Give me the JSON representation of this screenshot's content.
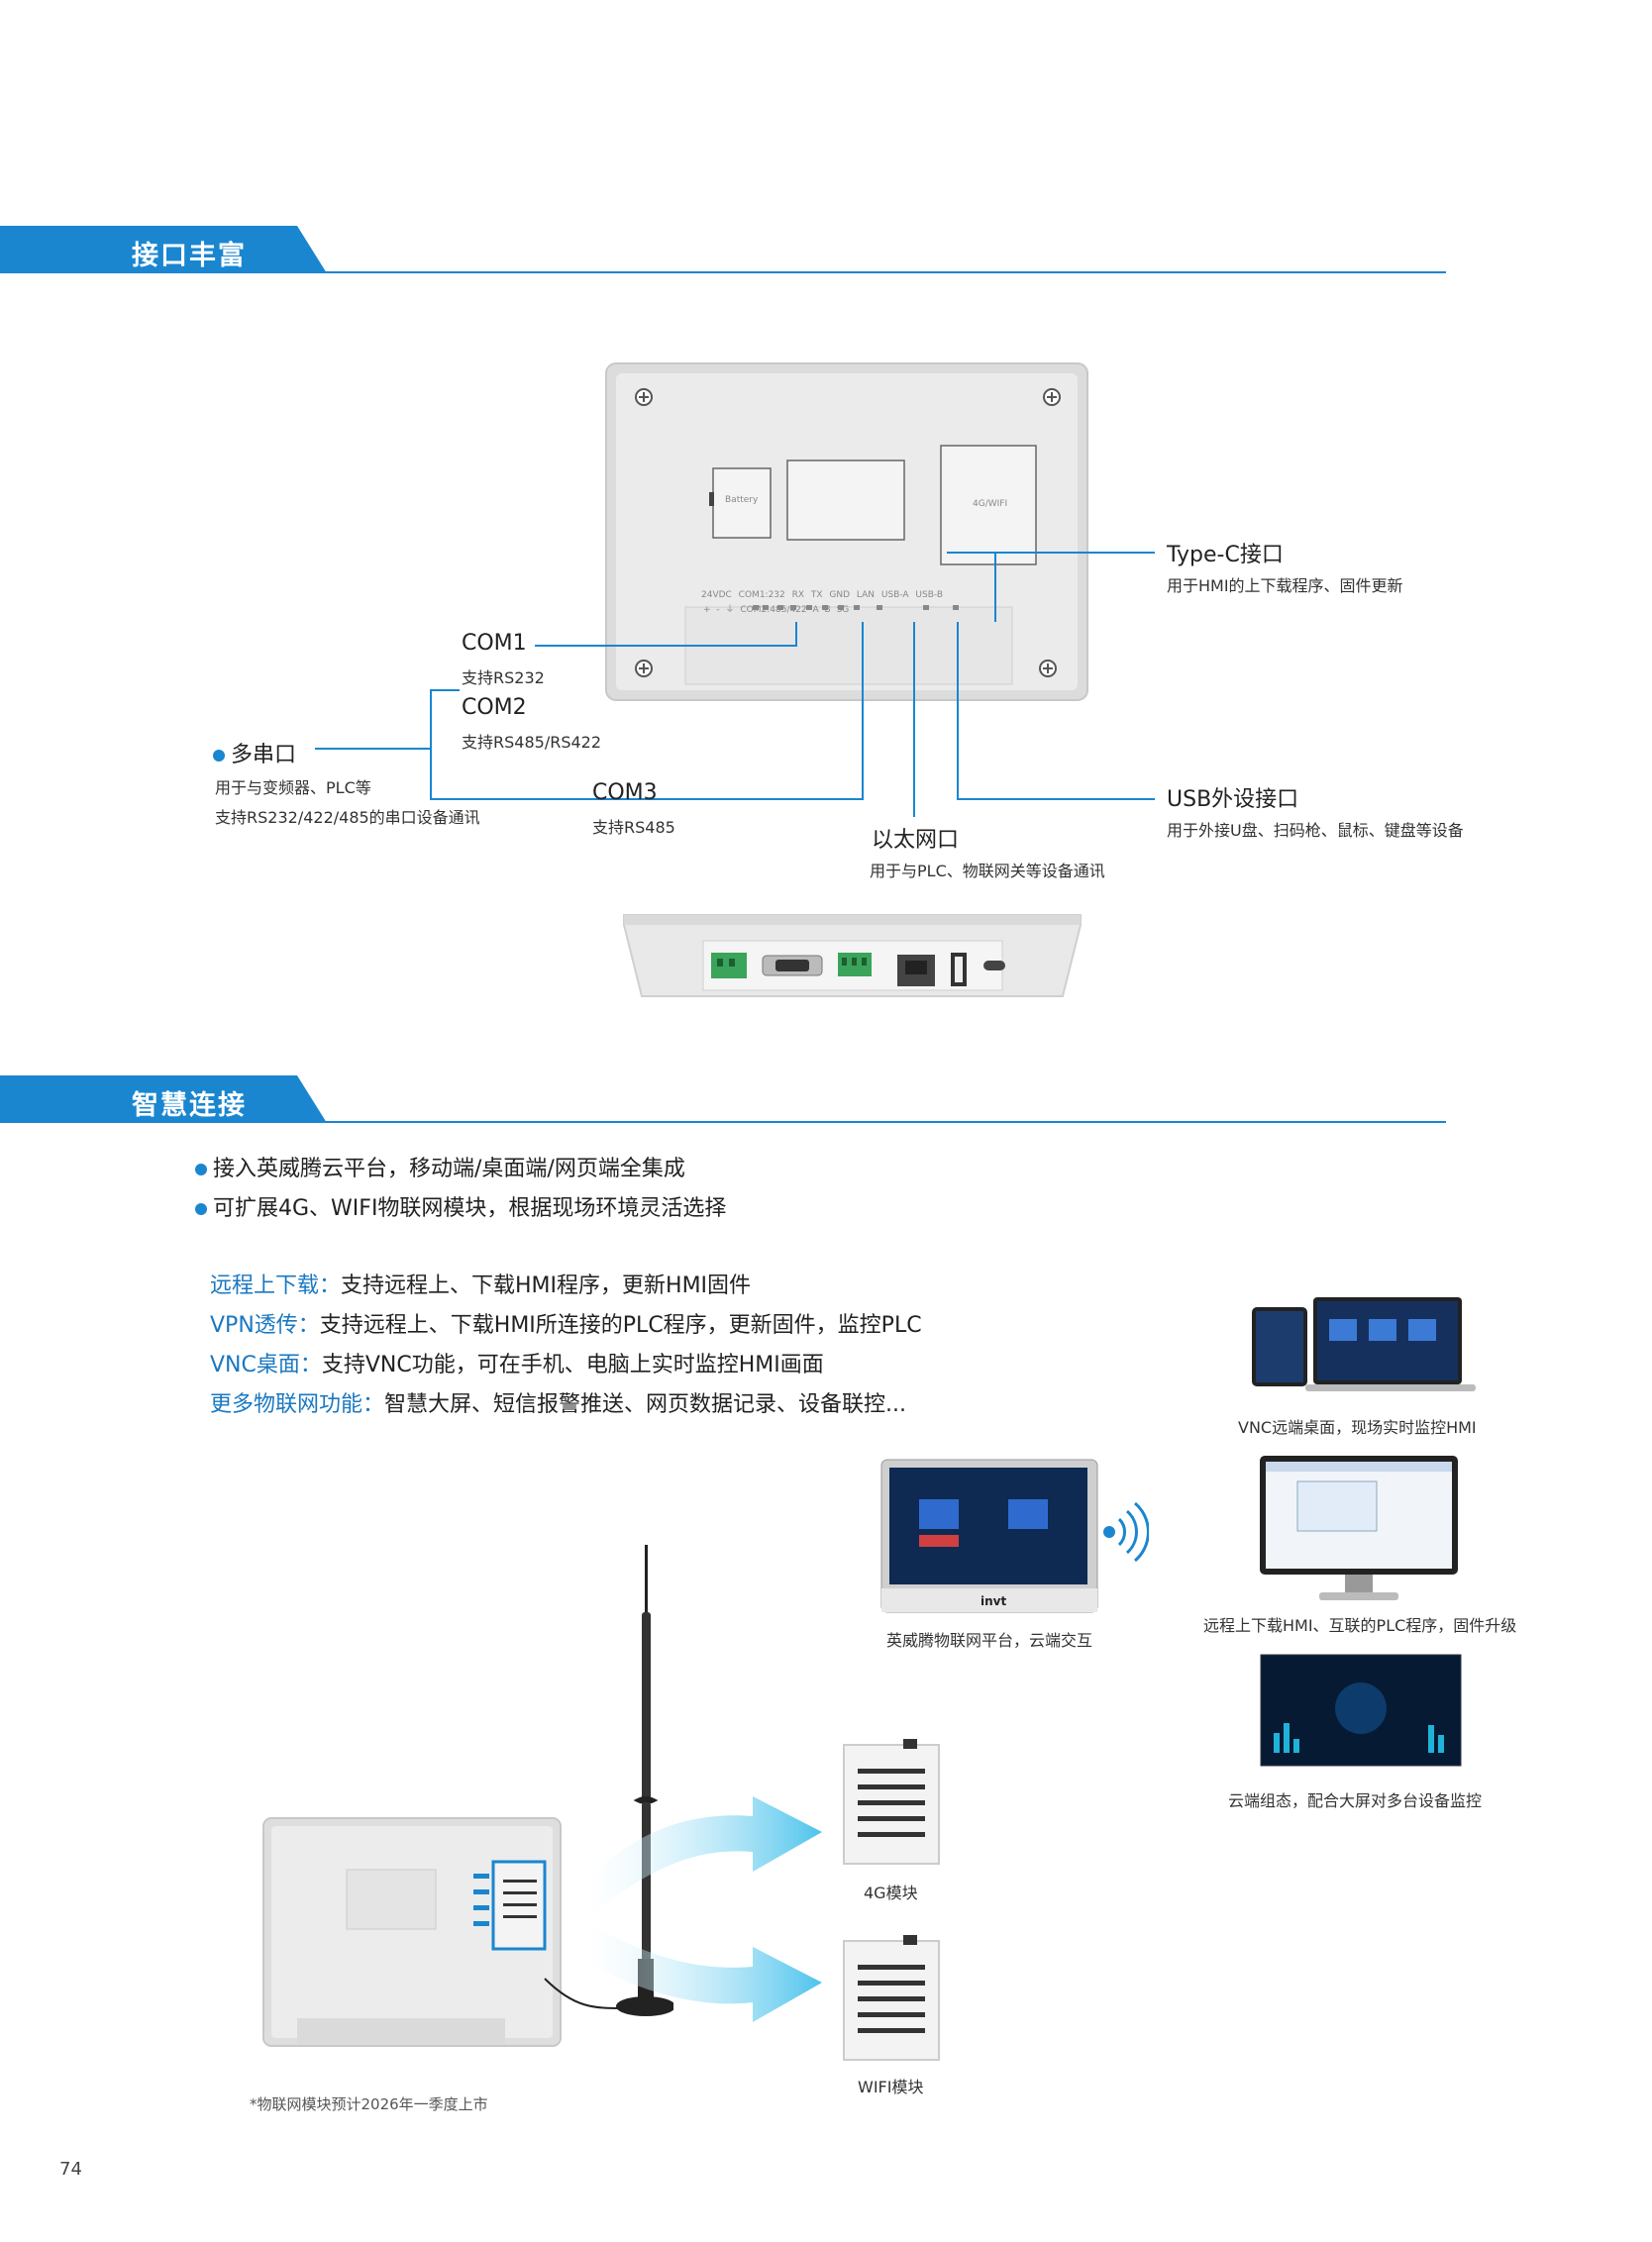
{
  "sections": {
    "interfaces_title": "接口丰富",
    "smart_title": "智慧连接"
  },
  "device_back": {
    "battery": "Battery",
    "module": "4G/WIFI",
    "ports_row1": "24VDC  COM1:232  RX TX GND  LAN  USB-A USB-B",
    "ports_row2": "+ - ⏚  COM2:485/422  A  B  SG"
  },
  "callouts": {
    "com1_title": "COM1",
    "com1_desc": "支持RS232",
    "com2_title": "COM2",
    "com2_desc": "支持RS485/RS422",
    "multi_title": "多串口",
    "multi_desc1": "用于与变频器、PLC等",
    "multi_desc2": "支持RS232/422/485的串口设备通讯",
    "com3_title": "COM3",
    "com3_desc": "支持RS485",
    "lan_title": "以太网口",
    "lan_desc": "用于与PLC、物联网关等设备通讯",
    "typec_title": "Type-C接口",
    "typec_desc": "用于HMI的上下载程序、固件更新",
    "usb_title": "USB外设接口",
    "usb_desc": "用于外接U盘、扫码枪、鼠标、键盘等设备"
  },
  "smart": {
    "bullet1": "接入英威腾云平台，移动端/桌面端/网页端全集成",
    "bullet2": "可扩展4G、WIFI物联网模块，根据现场环境灵活选择",
    "features": [
      {
        "key": "远程上下载：",
        "text": "支持远程上、下载HMI程序，更新HMI固件"
      },
      {
        "key": "VPN透传：",
        "text": "支持远程上、下载HMI所连接的PLC程序，更新固件，监控PLC"
      },
      {
        "key": "VNC桌面：",
        "text": "支持VNC功能，可在手机、电脑上实时监控HMI画面"
      },
      {
        "key": "更多物联网功能：",
        "text": "智慧大屏、短信报警推送、网页数据记录、设备联控..."
      }
    ],
    "cap_vnc": "VNC远端桌面，现场实时监控HMI",
    "cap_cloud": "英威腾物联网平台，云端交互",
    "cap_remote": "远程上下载HMI、互联的PLC程序，固件升级",
    "cap_bigscreen": "云端组态，配合大屏对多台设备监控",
    "cap_4g": "4G模块",
    "cap_wifi": "WIFI模块",
    "hmi_brand": "invt",
    "footnote": "*物联网模块预计2026年一季度上市"
  },
  "page_number": "74",
  "colors": {
    "accent": "#1a86d0",
    "accent_text": "#1a78c2"
  }
}
